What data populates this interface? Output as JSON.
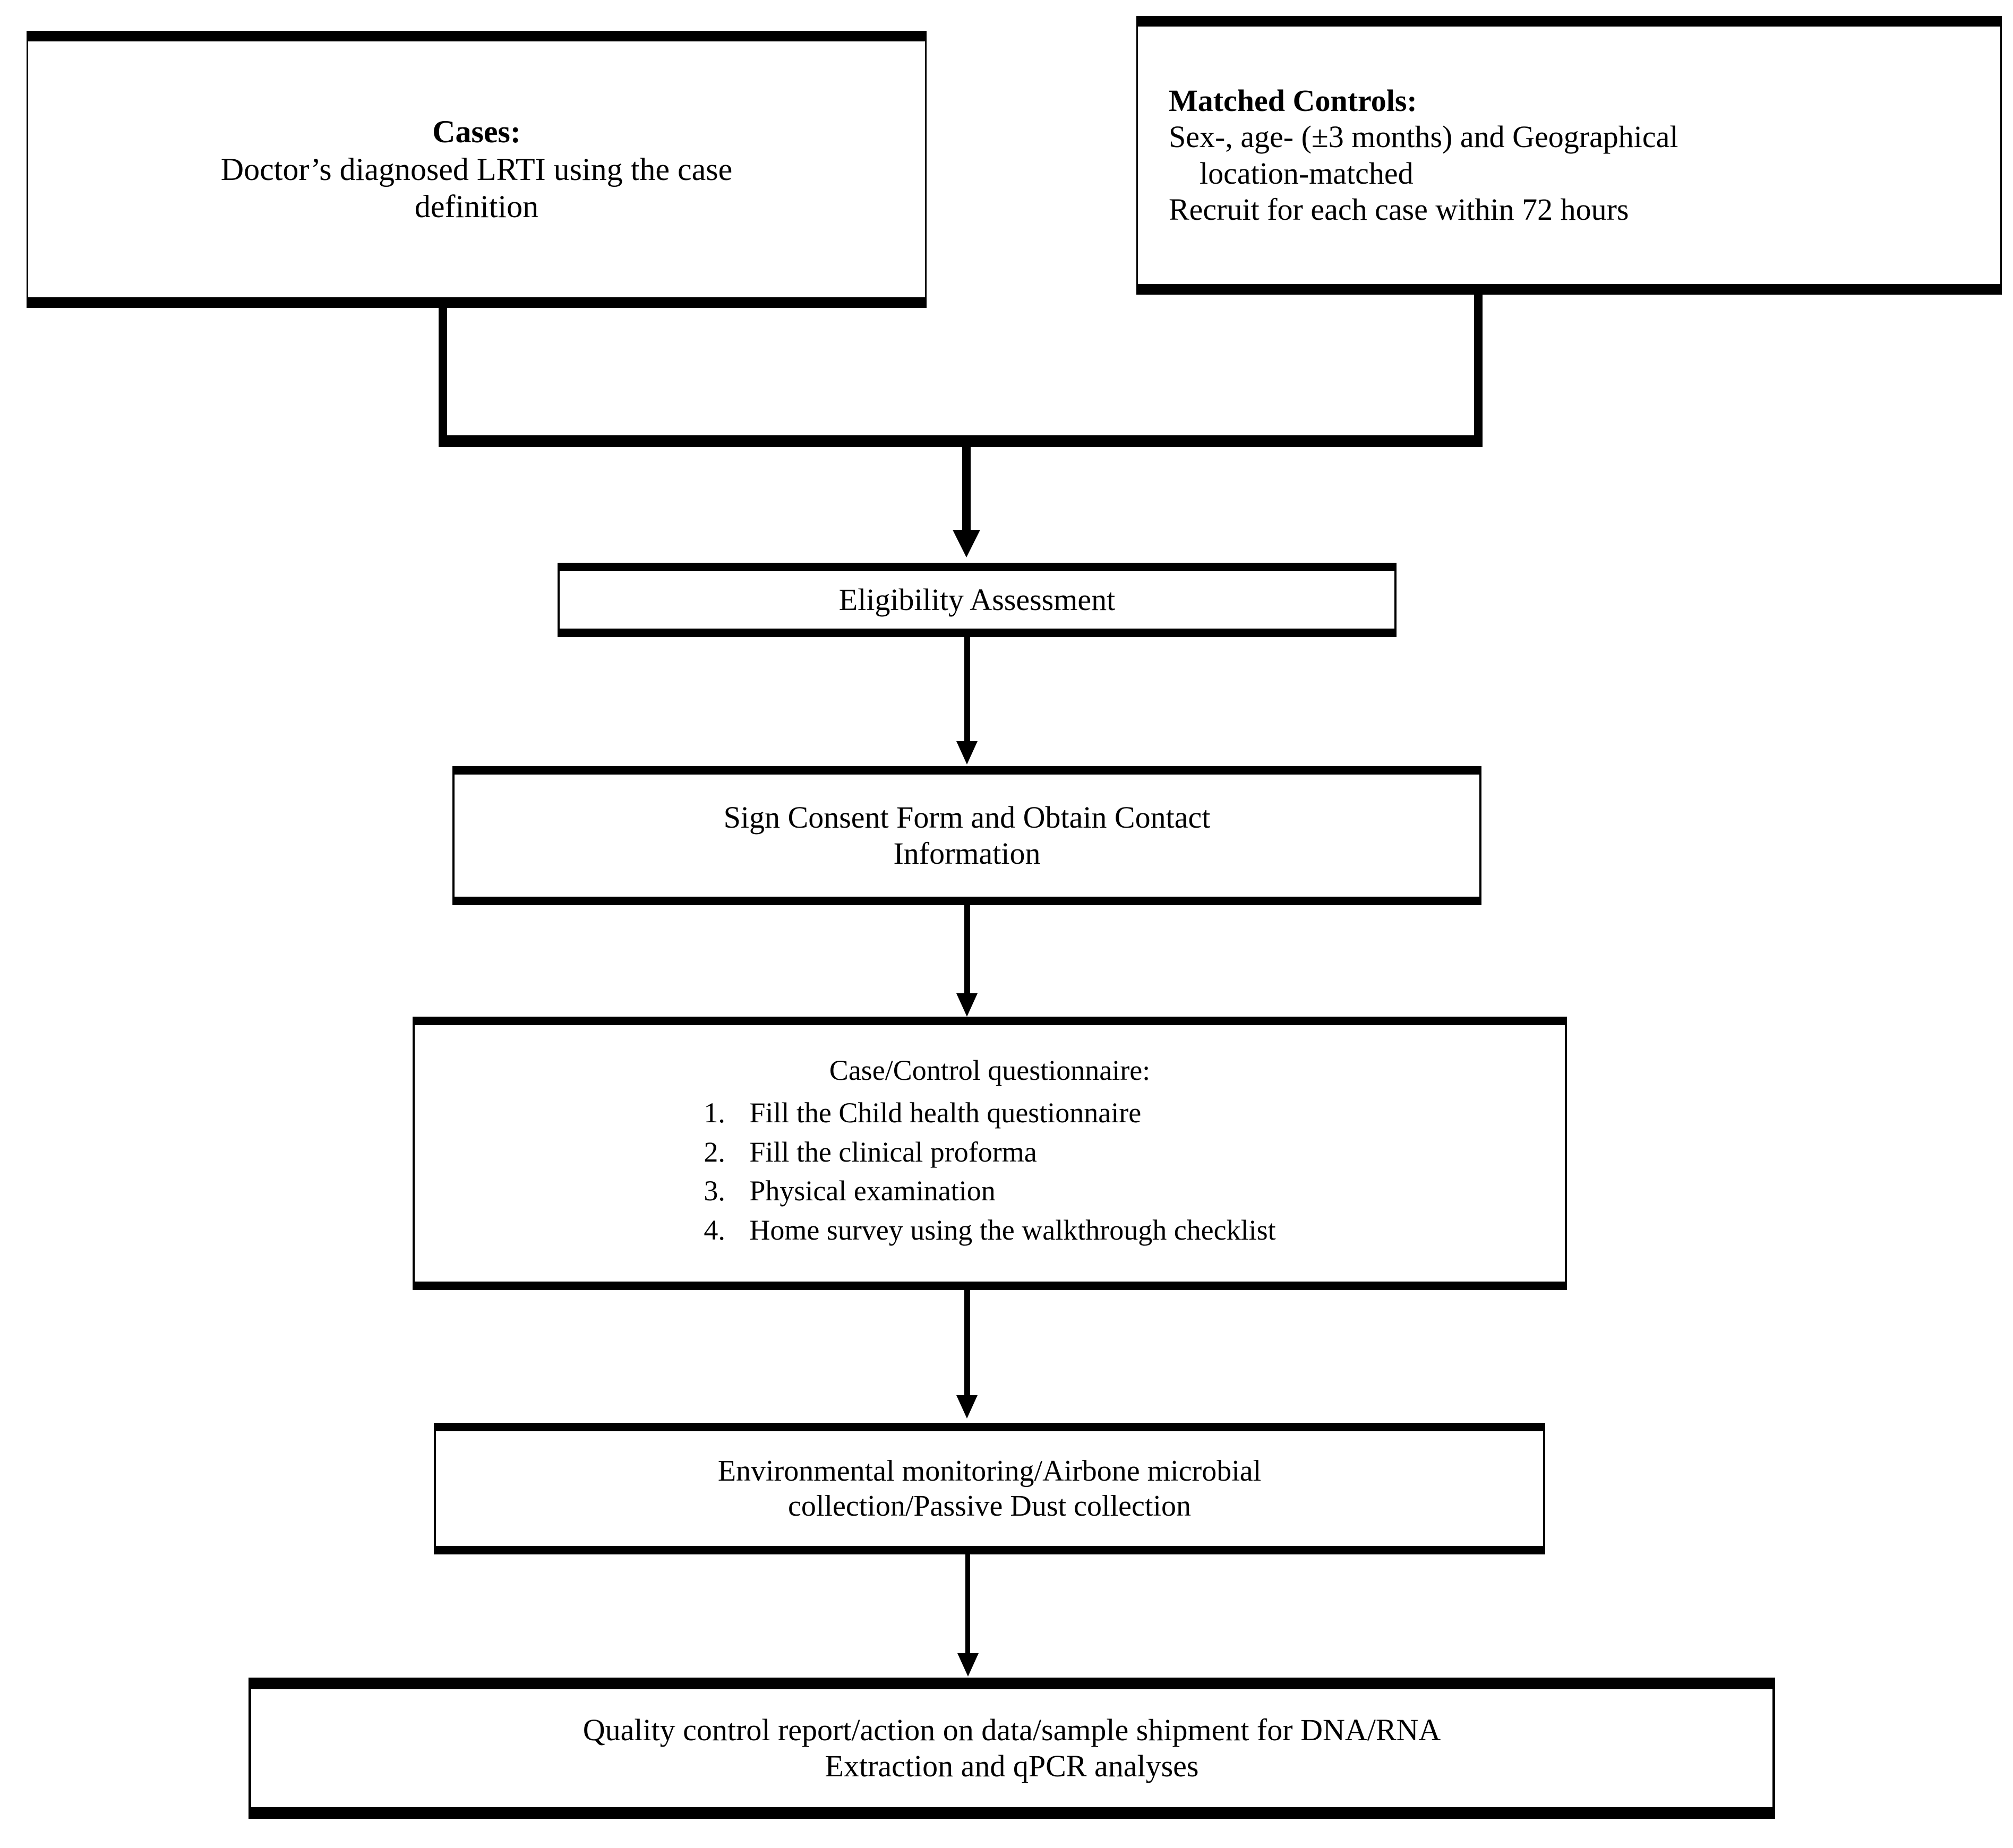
{
  "diagram": {
    "type": "flowchart",
    "orientation": "top-to-bottom",
    "nodes": {
      "cases": {
        "title": "Cases:",
        "line1": "Doctor’s diagnosed LRTI using the case",
        "line2": "definition"
      },
      "matched_controls": {
        "title": "Matched Controls:",
        "line1": "Sex-, age- (±3 months) and Geographical",
        "line2": "location-matched",
        "line3": "Recruit for each case within 72 hours"
      },
      "eligibility": {
        "label": "Eligibility Assessment"
      },
      "consent": {
        "line1": "Sign Consent Form and Obtain Contact",
        "line2": "Information"
      },
      "questionnaire": {
        "title": "Case/Control questionnaire:",
        "items": [
          {
            "num": "1.",
            "text": "Fill the Child health questionnaire"
          },
          {
            "num": "2.",
            "text": "Fill the clinical proforma"
          },
          {
            "num": "3.",
            "text": "Physical examination"
          },
          {
            "num": "4.",
            "text": "Home survey using the walkthrough checklist"
          }
        ]
      },
      "environmental": {
        "line1": "Environmental monitoring/Airbone microbial",
        "line2": "collection/Passive Dust collection"
      },
      "quality_control": {
        "line1": "Quality control report/action on data/sample shipment for DNA/RNA",
        "line2": "Extraction and qPCR analyses"
      }
    },
    "colors": {
      "stroke": "#000000",
      "fill": "#ffffff",
      "text": "#000000"
    }
  }
}
